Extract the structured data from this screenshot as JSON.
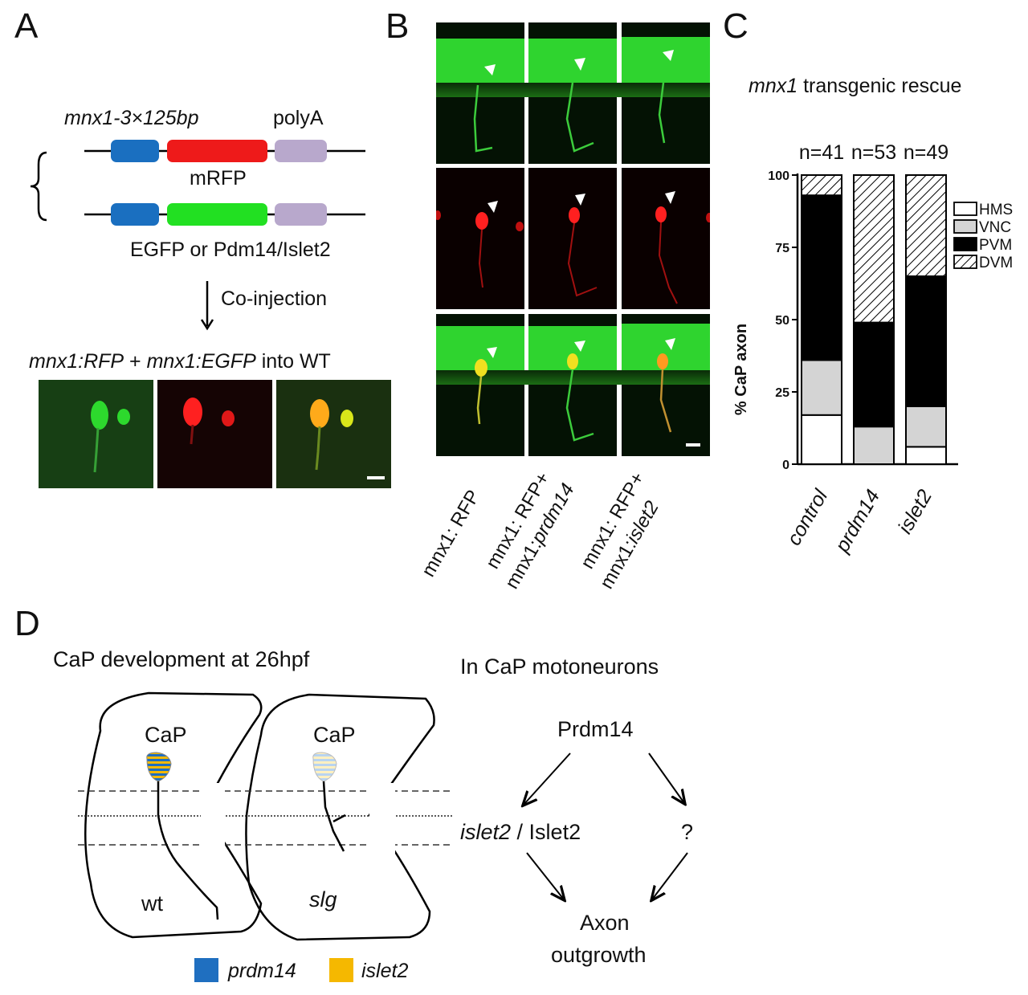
{
  "panels": {
    "a": "A",
    "b": "B",
    "c": "C",
    "d": "D"
  },
  "panel_a": {
    "construct_label": "mnx1-3×125bp",
    "polya_label": "polyA",
    "mrfp_label": "mRFP",
    "egfp_label": "EGFP or Pdm14/Islet2",
    "coinjection_label": "Co-injection",
    "injection_caption": {
      "part1": "mnx1:RFP",
      "plus": " + ",
      "part2": "mnx1:EGFP",
      "suffix": " into WT"
    },
    "colors": {
      "promoter": "#1a6fc0",
      "mrfp": "#ee1a1a",
      "egfp": "#22e022",
      "polya": "#b8a8cc"
    }
  },
  "panel_b": {
    "col1_label": "mnx1: RFP",
    "col2_line1": "mnx1: RFP+",
    "col2_line2_prefix": "mnx1:",
    "col2_line2_gene": "prdm14",
    "col3_line1": "mnx1: RFP+",
    "col3_line2_prefix": "mnx1:",
    "col3_line2_gene": "islet2"
  },
  "chart_data": {
    "type": "bar",
    "title": "mnx1 transgenic rescue",
    "title_gene": "mnx1",
    "title_rest": " transgenic rescue",
    "ylabel": "% CaP axon",
    "ylim": [
      0,
      100
    ],
    "yticks": [
      "0",
      "25",
      "50",
      "75",
      "100"
    ],
    "stacked": true,
    "categories": [
      "control",
      "prdm14",
      "islet2"
    ],
    "n_labels": [
      "n=41",
      "n=53",
      "n=49"
    ],
    "series": [
      {
        "name": "HMS",
        "values": [
          17,
          0,
          6
        ],
        "fill": "#ffffff"
      },
      {
        "name": "VNC",
        "values": [
          19,
          13,
          14
        ],
        "fill": "#d4d4d4"
      },
      {
        "name": "PVM",
        "values": [
          57,
          36,
          45
        ],
        "fill": "#000000"
      },
      {
        "name": "DVM",
        "values": [
          7,
          51,
          35
        ],
        "fill": "hatch"
      }
    ],
    "legend": "right"
  },
  "panel_d": {
    "title": "CaP development at 26hpf",
    "cap_label": "CaP",
    "wt_label": "wt",
    "slg_label": "slg",
    "legend_prdm14": "prdm14",
    "legend_islet2": "islet2",
    "colors": {
      "prdm14": "#1f6fc0",
      "islet2": "#f5b800"
    },
    "pathway": {
      "heading": "In CaP motoneurons",
      "top": "Prdm14",
      "left_gene": "islet2",
      "left_sep": " / ",
      "left_protein": "Islet2",
      "right": "?",
      "bottom_line1": "Axon",
      "bottom_line2": "outgrowth"
    }
  }
}
